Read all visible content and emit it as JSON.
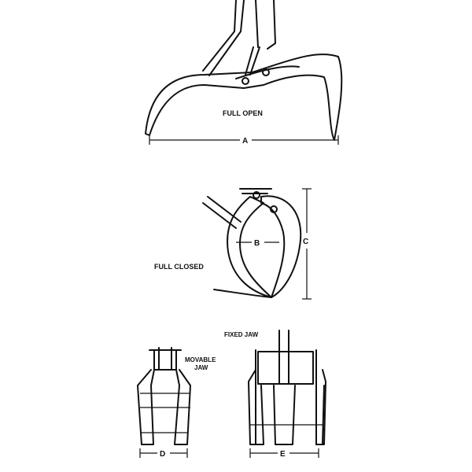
{
  "labels": {
    "full_open": "FULL OPEN",
    "dim_a": "A",
    "full_closed": "FULL CLOSED",
    "dim_b": "B",
    "dim_c": "C",
    "movable_jaw_line1": "MOVABLE",
    "movable_jaw_line2": "JAW",
    "fixed_jaw": "FIXED JAW",
    "dim_d": "D",
    "dim_e": "E"
  }
}
